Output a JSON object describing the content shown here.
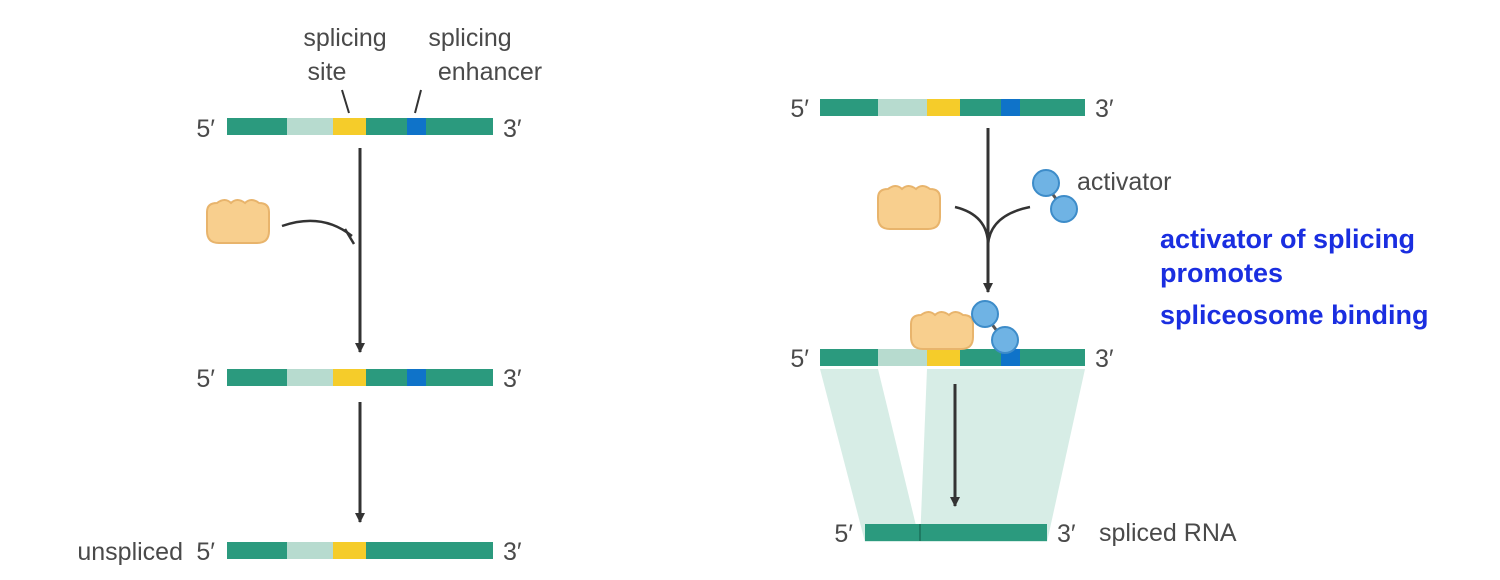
{
  "colors": {
    "strand": "#2b9a7e",
    "strand_light": "#b7dbcf",
    "splice_site": "#f5cc2a",
    "enhancer": "#0f73c9",
    "repressor_protein": "#f8cf8e",
    "activator_protein": "#6fb3e4",
    "arrow": "#333333",
    "text": "#4a4a4a",
    "note": "#1a2ee0",
    "mapping_shade": "#d7ede6"
  },
  "left": {
    "label_splicing_site_line1": "splicing",
    "label_splicing_site_line2": "site",
    "label_enhancer_line1": "splicing",
    "label_enhancer_line2": "enhancer",
    "strand_top": {
      "five_prime": "5′",
      "three_prime": "3′"
    },
    "strand_middle": {
      "five_prime": "5′",
      "three_prime": "3′"
    },
    "strand_bottom": {
      "five_prime": "5′",
      "three_prime": "3′",
      "outcome": "unspliced"
    }
  },
  "right": {
    "strand_top": {
      "five_prime": "5′",
      "three_prime": "3′"
    },
    "activator_label": "activator",
    "strand_middle": {
      "five_prime": "5′",
      "three_prime": "3′"
    },
    "strand_bottom": {
      "five_prime": "5′",
      "three_prime": "3′",
      "outcome": "spliced RNA"
    },
    "note_line1": "activator of splicing",
    "note_line2": "promotes",
    "note_line3": "spliceosome binding"
  }
}
